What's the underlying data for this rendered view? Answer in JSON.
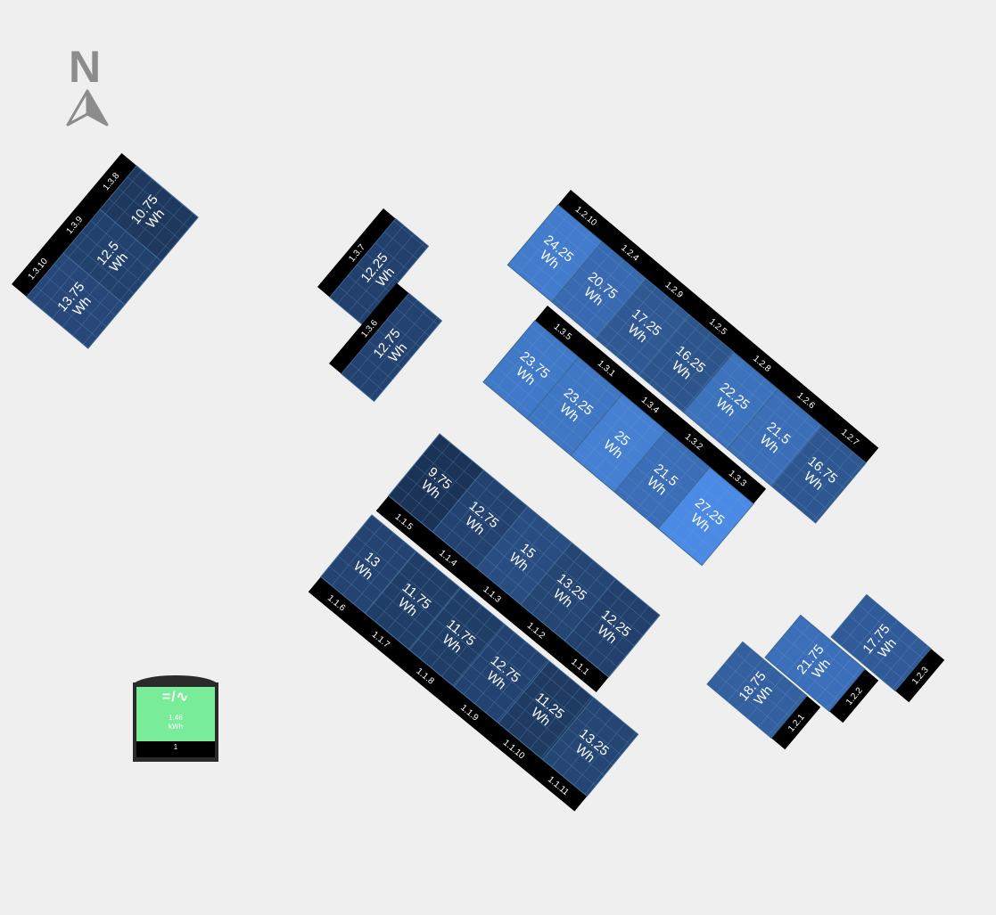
{
  "compass": {
    "label": "N",
    "icon": "north-arrow-icon"
  },
  "inverter": {
    "symbol": "=/∿",
    "energy": "1.46",
    "unit": "kWh",
    "id": "1",
    "color": "#79ec99"
  },
  "color_scale": {
    "low": "#1b3356",
    "high": "#4b8be6",
    "min": 9.75,
    "max": 27.25
  },
  "arrays": [
    {
      "name": "array-1-1-upper",
      "panels": [
        {
          "id": "1.1.5",
          "energy": "9.75",
          "unit": "Wh"
        },
        {
          "id": "1.1.4",
          "energy": "12.75",
          "unit": "Wh"
        },
        {
          "id": "1.1.3",
          "energy": "15",
          "unit": "Wh"
        },
        {
          "id": "1.1.2",
          "energy": "13.25",
          "unit": "Wh"
        },
        {
          "id": "1.1.1",
          "energy": "12.25",
          "unit": "Wh"
        }
      ]
    },
    {
      "name": "array-1-1-lower",
      "panels": [
        {
          "id": "1.1.6",
          "energy": "13",
          "unit": "Wh"
        },
        {
          "id": "1.1.7",
          "energy": "11.75",
          "unit": "Wh"
        },
        {
          "id": "1.1.8",
          "energy": "11.75",
          "unit": "Wh"
        },
        {
          "id": "1.1.9",
          "energy": "12.75",
          "unit": "Wh"
        },
        {
          "id": "1.1.10",
          "energy": "11.25",
          "unit": "Wh"
        },
        {
          "id": "1.1.11",
          "energy": "13.25",
          "unit": "Wh"
        }
      ]
    },
    {
      "name": "array-1-2-main",
      "panels": [
        {
          "id": "1.2.10",
          "energy": "24.25",
          "unit": "Wh"
        },
        {
          "id": "1.2.4",
          "energy": "20.75",
          "unit": "Wh"
        },
        {
          "id": "1.2.9",
          "energy": "17.25",
          "unit": "Wh"
        },
        {
          "id": "1.2.5",
          "energy": "16.25",
          "unit": "Wh"
        },
        {
          "id": "1.2.8",
          "energy": "22.25",
          "unit": "Wh"
        },
        {
          "id": "1.2.6",
          "energy": "21.5",
          "unit": "Wh"
        },
        {
          "id": "1.2.7",
          "energy": "16.75",
          "unit": "Wh"
        }
      ]
    },
    {
      "name": "array-1-3-main",
      "panels": [
        {
          "id": "1.3.5",
          "energy": "23.75",
          "unit": "Wh"
        },
        {
          "id": "1.3.1",
          "energy": "23.25",
          "unit": "Wh"
        },
        {
          "id": "1.3.4",
          "energy": "25",
          "unit": "Wh"
        },
        {
          "id": "1.3.2",
          "energy": "21.5",
          "unit": "Wh"
        },
        {
          "id": "1.3.3",
          "energy": "27.25",
          "unit": "Wh"
        }
      ]
    },
    {
      "name": "array-1-3-west",
      "panels": [
        {
          "id": "1.3.10",
          "energy": "13.75",
          "unit": "Wh"
        },
        {
          "id": "1.3.9",
          "energy": "12.5",
          "unit": "Wh"
        },
        {
          "id": "1.3.8",
          "energy": "10.75",
          "unit": "Wh"
        }
      ]
    },
    {
      "name": "array-1-3-7",
      "panels": [
        {
          "id": "1.3.7",
          "energy": "12.25",
          "unit": "Wh"
        }
      ]
    },
    {
      "name": "array-1-3-6",
      "panels": [
        {
          "id": "1.3.6",
          "energy": "12.75",
          "unit": "Wh"
        }
      ]
    },
    {
      "name": "array-1-2-1",
      "panels": [
        {
          "id": "1.2.1",
          "energy": "18.75",
          "unit": "Wh"
        }
      ]
    },
    {
      "name": "array-1-2-3",
      "panels": [
        {
          "id": "1.2.3",
          "energy": "17.75",
          "unit": "Wh"
        }
      ]
    },
    {
      "name": "array-1-2-2",
      "panels": [
        {
          "id": "1.2.2",
          "energy": "21.75",
          "unit": "Wh"
        }
      ]
    }
  ]
}
